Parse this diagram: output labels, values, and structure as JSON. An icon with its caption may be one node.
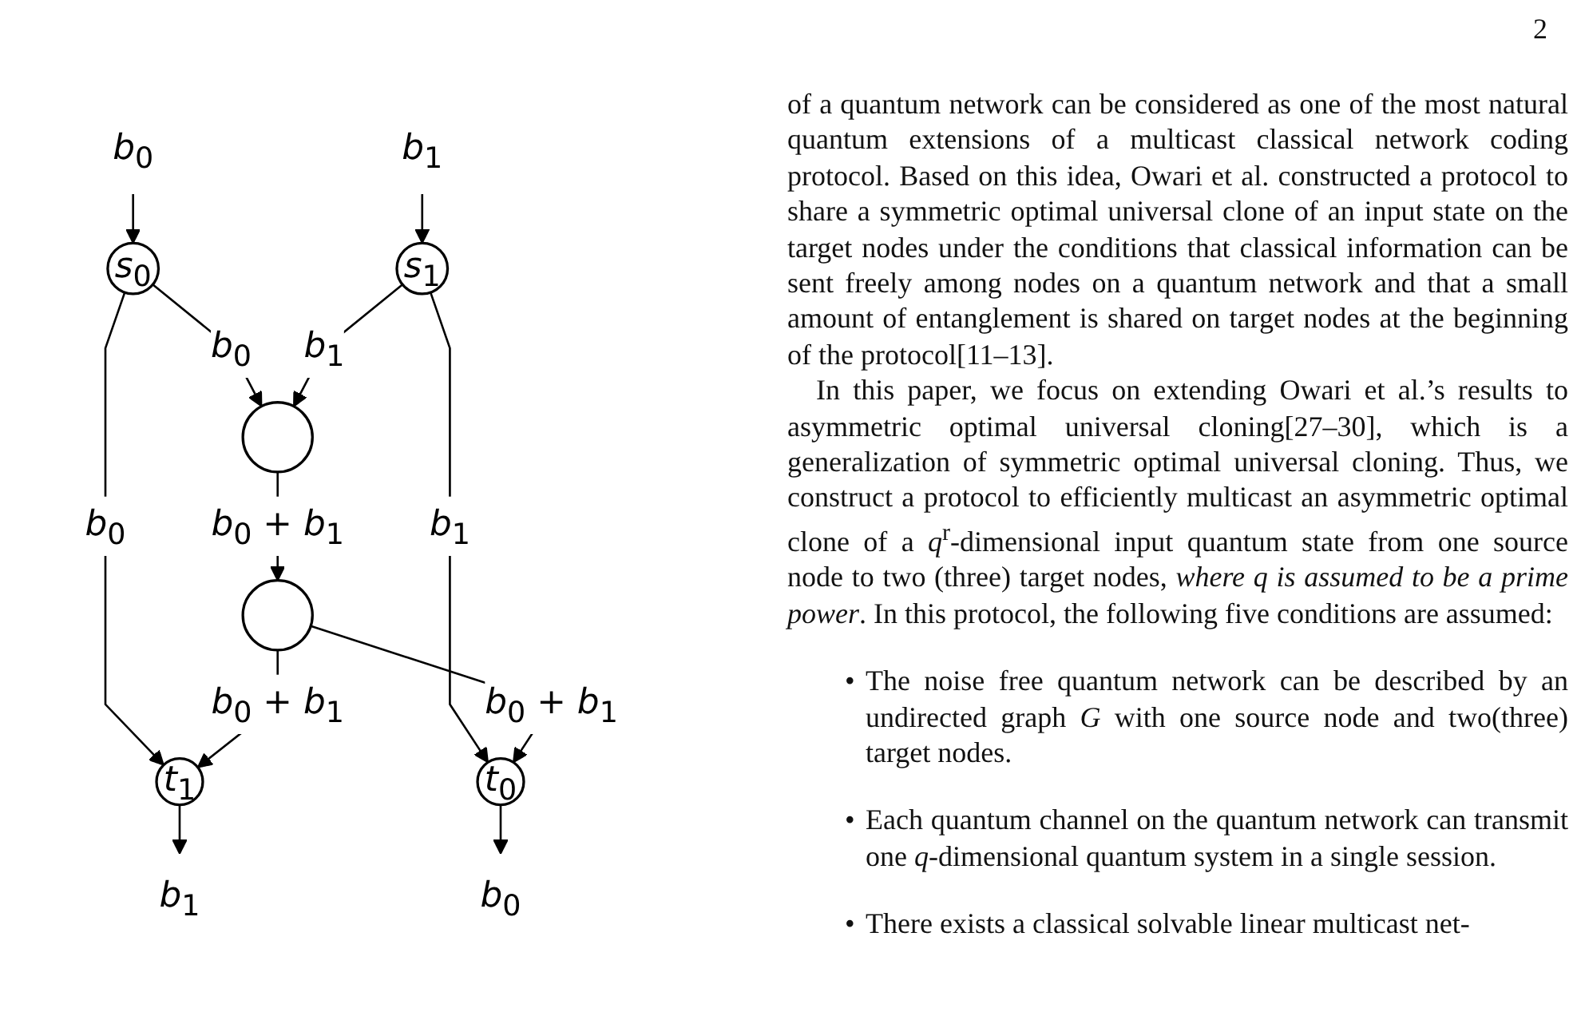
{
  "diagram": {
    "nodes": [
      {
        "text": [
          "b$_{0}$"
        ]
      },
      {
        "text": [
          "b$_{1}$"
        ]
      },
      {
        "text": [
          "s$_{0}$"
        ]
      },
      {
        "text": [
          "s$_{1}$"
        ]
      },
      {
        "text": [],
        "shape": "circle"
      },
      {
        "text": [],
        "shape": "circle"
      },
      {
        "text": [
          "t$_{1}$"
        ]
      },
      {
        "text": [
          "t$_{0}$"
        ]
      },
      {
        "text": [
          "b$_{1}$"
        ]
      },
      {
        "text": [
          "b$_{0}$"
        ]
      }
    ],
    "edges": [
      {
        "from": 0,
        "to": 2,
        "arrow": "to"
      },
      {
        "from": 1,
        "to": 3,
        "arrow": "to"
      },
      {
        "from": 2,
        "to": 4,
        "arrow": "to",
        "label": "b$_{0}$"
      },
      {
        "from": 3,
        "to": 4,
        "arrow": "to",
        "label": "b$_{1}$"
      },
      {
        "from": 2,
        "to": 6,
        "arrow": "to",
        "label": "b$_{0}$"
      },
      {
        "from": 4,
        "to": 5,
        "arrow": "to",
        "label": "b$_{0}$ + b$_{1}$"
      },
      {
        "from": 3,
        "to": 7,
        "arrow": "to",
        "label": "b$_{1}$"
      },
      {
        "from": 5,
        "to": 6,
        "arrow": "to",
        "label": "b$_{0}$ + b$_{1}$"
      },
      {
        "from": 5,
        "to": 7,
        "arrow": "to",
        "label": "b$_{0}$ + b$_{1}$"
      },
      {
        "from": 6,
        "to": 8,
        "arrow": "to"
      },
      {
        "from": 7,
        "to": 9,
        "arrow": "to"
      }
    ],
    "labels": [
      "2",
      "of a quantum network can be considered as one of the most natural quantum extensions of a multicast classical network coding protocol. Based on this idea, Owari et al. constructed a protocol to share a symmetric optimal universal clone of an input state on the target nodes under the conditions that classical information can be sent freely among nodes on a quantum network and that a small amount of entanglement is shared on target nodes at the beginning of the protocol[11–13].",
      "In this paper, we focus on extending Owari et al.’s results to asymmetric optimal universal cloning[27–30], which is a generalization of symmetric optimal universal cloning. Thus, we construct a protocol to efficiently multicast an asymmetric optimal clone of a *q*$^{r}$-dimensional input quantum state from one source node to two (three) target nodes, *where q is assumed to be a prime power*. In this protocol, the following five conditions are assumed:",
      "•",
      "The noise free quantum network can be described by an undirected graph *G* with one source node and two(three) target nodes.",
      "•",
      "Each quantum channel on the quantum network can transmit one *q*-dimensional quantum system in a single session.",
      "•",
      "There exists a classical solvable linear multicast net-"
    ]
  }
}
